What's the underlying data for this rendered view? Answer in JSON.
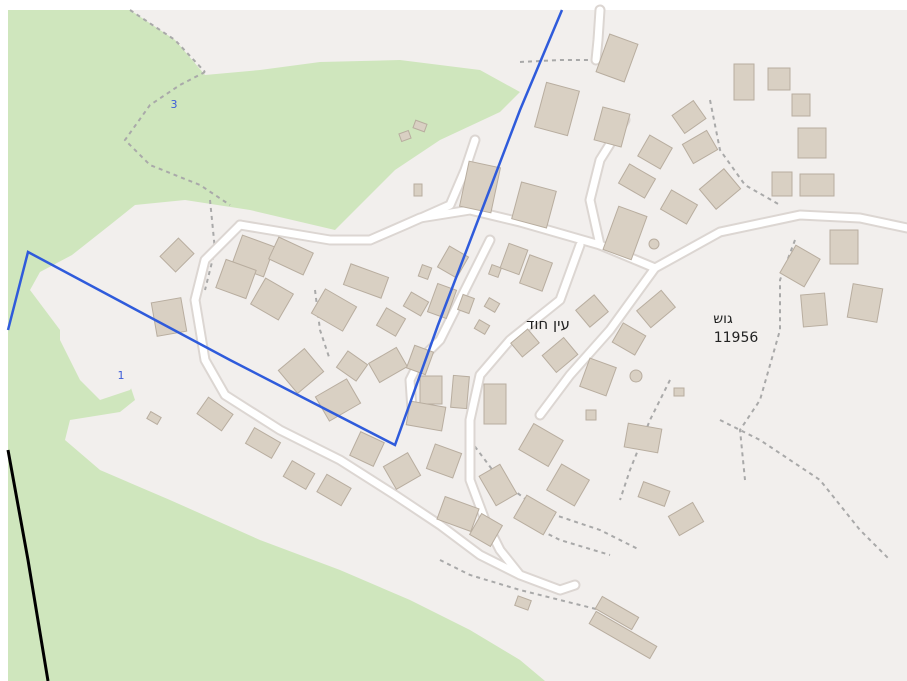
{
  "map": {
    "place_name": "עין חוד",
    "block_label": "גוש",
    "block_number": "11956",
    "boundary_numbers": [
      "3",
      "1"
    ],
    "colors": {
      "land": "#f2efed",
      "forest": "#cfe6bd",
      "building_fill": "#d9d0c3",
      "building_stroke": "#b8ad9f",
      "road_casing": "#dcd6d2",
      "road_fill": "#ffffff",
      "path": "#a9a9a9",
      "boundary_blue": "#2f5bdb",
      "boundary_black": "#000000",
      "number_label": "#3b5bd8",
      "text": "#222222"
    }
  }
}
